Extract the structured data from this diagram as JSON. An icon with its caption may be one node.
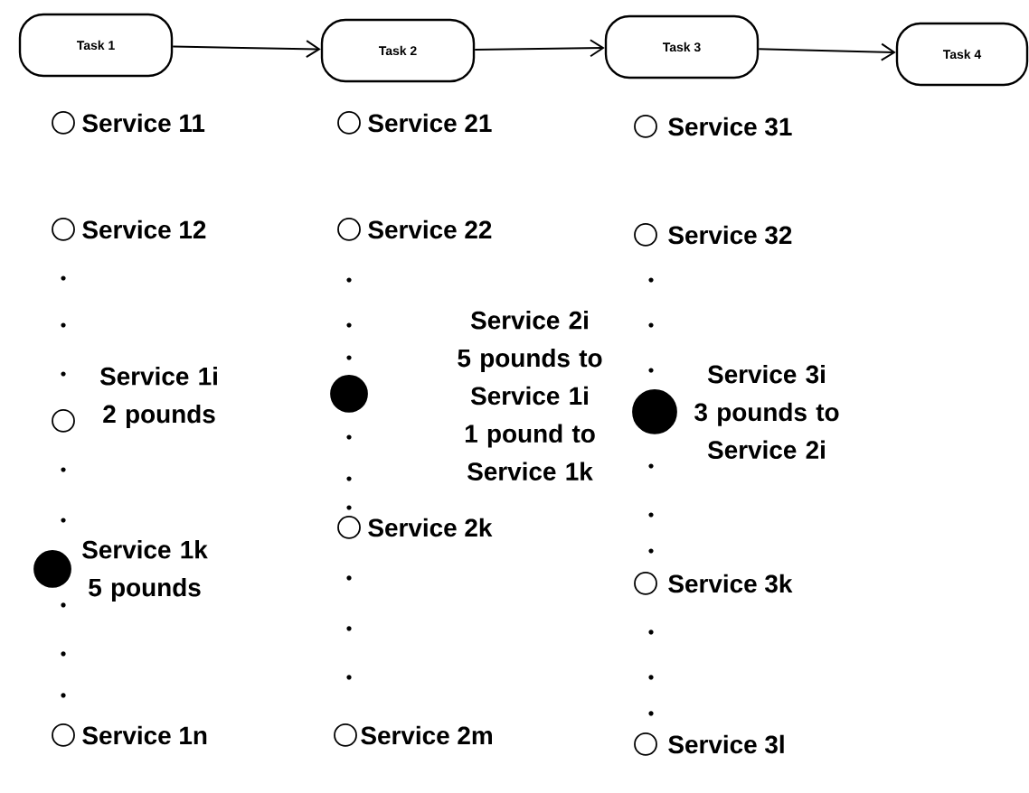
{
  "diagram": {
    "nodes": [
      {
        "text": [
          "Task 1"
        ]
      },
      {
        "text": [
          "Task 2"
        ]
      },
      {
        "text": [
          "Task 3"
        ]
      },
      {
        "text": [
          "Task 4"
        ]
      },
      {
        "text": [],
        "shape": "circle",
        "beside": [
          "Service 11"
        ]
      },
      {
        "text": [],
        "shape": "circle",
        "beside": [
          "Service 12"
        ]
      },
      {
        "text": [],
        "shape": "circle",
        "beside": [
          "Service 1i",
          "2 pounds"
        ]
      },
      {
        "text": [],
        "shape": "dot",
        "beside": [
          "Service 1k",
          "5 pounds"
        ]
      },
      {
        "text": [],
        "shape": "circle",
        "beside": [
          "Service 1n"
        ]
      },
      {
        "text": [],
        "shape": "circle",
        "beside": [
          "Service 21"
        ]
      },
      {
        "text": [],
        "shape": "circle",
        "beside": [
          "Service 22"
        ]
      },
      {
        "text": [],
        "shape": "dot",
        "beside": [
          "Service 2i",
          "5 pounds to Service 1i",
          "1 pound to Service 1k"
        ]
      },
      {
        "text": [],
        "shape": "circle",
        "beside": [
          "Service 2k"
        ]
      },
      {
        "text": [],
        "shape": "circle",
        "beside": [
          "Service 2m"
        ]
      },
      {
        "text": [],
        "shape": "circle",
        "beside": [
          "Service 31"
        ]
      },
      {
        "text": [],
        "shape": "circle",
        "beside": [
          "Service 32"
        ]
      },
      {
        "text": [],
        "shape": "dot",
        "beside": [
          "Service 3i",
          "3 pounds to Service 2i"
        ]
      },
      {
        "text": [],
        "shape": "circle",
        "beside": [
          "Service 3k"
        ]
      },
      {
        "text": [],
        "shape": "circle",
        "beside": [
          "Service 3l"
        ]
      }
    ],
    "edges": [
      {
        "from": 0,
        "to": 1,
        "arrow": "to"
      },
      {
        "from": 1,
        "to": 2,
        "arrow": "to"
      },
      {
        "from": 2,
        "to": 3,
        "arrow": "to"
      }
    ]
  }
}
